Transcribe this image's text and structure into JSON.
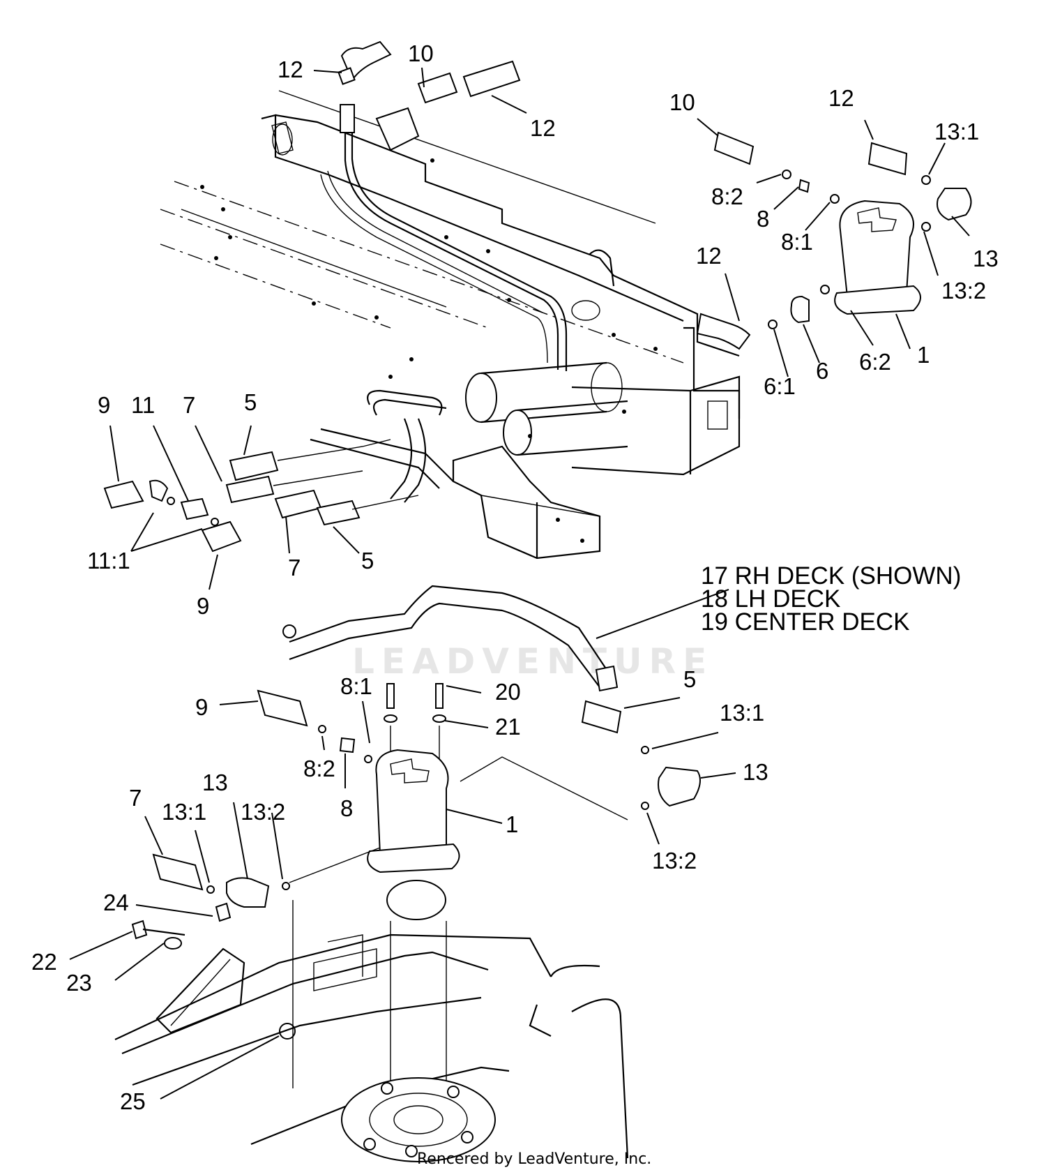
{
  "callouts": {
    "c12a": "12",
    "c10a": "10",
    "c12b": "12",
    "c10b": "10",
    "c12c": "12",
    "c13_1a": "13:1",
    "c8_2a": "8:2",
    "c8a": "8",
    "c8_1a": "8:1",
    "c13a": "13",
    "c13_2a": "13:2",
    "c12d": "12",
    "c6_1": "6:1",
    "c6": "6",
    "c6_2": "6:2",
    "c1a": "1",
    "c9a": "9",
    "c11": "11",
    "c7a": "7",
    "c5a": "5",
    "c11_1": "11:1",
    "c7b": "7",
    "c5b": "5",
    "c9b": "9",
    "c9c": "9",
    "c8_1b": "8:1",
    "c20": "20",
    "c21": "21",
    "c5c": "5",
    "c13_1b": "13:1",
    "c8_2b": "8:2",
    "c8b": "8",
    "c13b": "13",
    "c1b": "1",
    "c13_2b": "13:2",
    "c7c": "7",
    "c13_1c": "13:1",
    "c13c": "13",
    "c13_2c": "13:2",
    "c24": "24",
    "c22": "22",
    "c23": "23",
    "c25": "25"
  },
  "deck_labels": {
    "rh": "17 RH DECK (SHOWN)",
    "lh": "18 LH DECK",
    "center": "19 CENTER DECK"
  },
  "watermark": "LEADVENTURE",
  "credit": "Rencered by LeadVenture, Inc."
}
